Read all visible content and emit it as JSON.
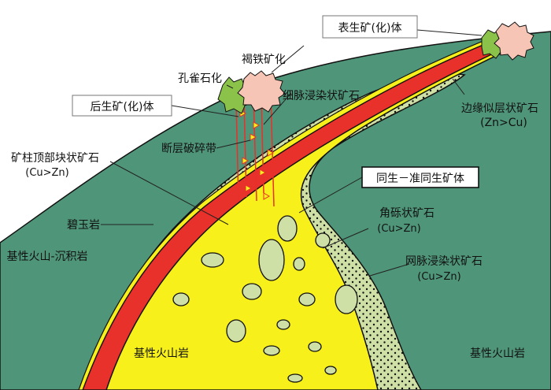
{
  "colors": {
    "host_rock": "#4f9579",
    "massive_ore": "#e8312a",
    "stringer_zone": "#f8f01a",
    "disseminated_zone": "#cfe0a6",
    "malachite": "#8bc34a",
    "limonite": "#f7c5b5",
    "outline": "#111111"
  },
  "labels": {
    "supergene_ore": "表生矿(化)体",
    "limonite": "褐铁矿化",
    "malachite": "孔雀石化",
    "hypogene_ore": "后生矿(化)体",
    "stringer": "细脉浸染状矿石",
    "marginal_line1": "边缘似层状矿石",
    "marginal_line2": "(Zn>Cu)",
    "fault_zone": "断层破碎带",
    "pipe_massive_line1": "矿柱顶部块状矿石",
    "pipe_massive_line2": "(Cu>Zn)",
    "syngenetic": "同生－准同生矿体",
    "jasper": "碧玉岩",
    "breccia_line1": "角砾状矿石",
    "breccia_line2": "(Cu>Zn)",
    "basic_volc_sed": "基性火山-沉积岩",
    "network_line1": "网脉浸染状矿石",
    "network_line2": "(Cu>Zn)",
    "basic_volc_left": "基性火山岩",
    "basic_volc_right": "基性火山岩"
  },
  "icons": [
    "malachite-blob-icon",
    "limonite-blob-icon",
    "vein-triangle-icon"
  ]
}
